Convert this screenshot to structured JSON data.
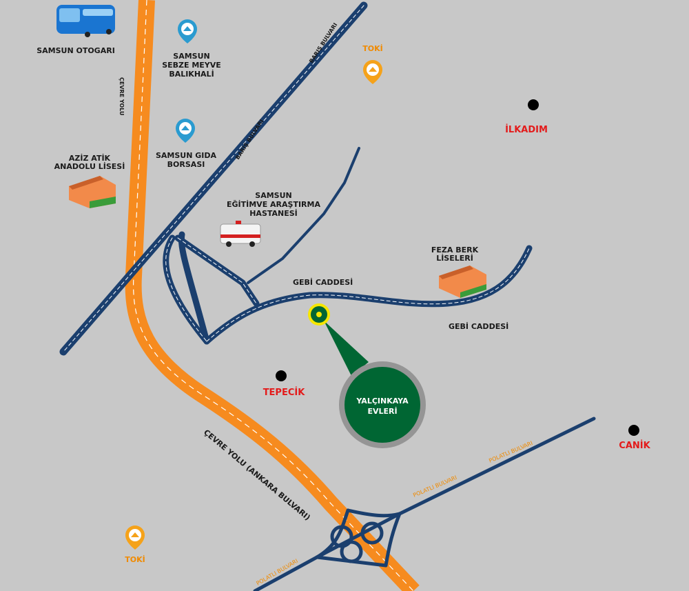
{
  "colors": {
    "background": "#c8c8c8",
    "highway": "#f68b1f",
    "boulevard": "#1b3f6e",
    "district": "#e31b1b",
    "project": "#006633",
    "toki": "#f08a00"
  },
  "places": {
    "otogar": "SAMSUN OTOGARI",
    "hal": [
      "SAMSUN",
      "SEBZE MEYVE",
      "BALIKHALİ"
    ],
    "borsa": [
      "SAMSUN GIDA",
      "BORSASI"
    ],
    "lise": [
      "AZİZ ATİK",
      "ANADOLU LİSESİ"
    ],
    "hastane": [
      "SAMSUN",
      "EĞİTİMVE ARAŞTIRMA",
      "HASTANESİ"
    ],
    "feza": [
      "FEZA BERK",
      "LİSELERİ"
    ],
    "toki_top": "TOKİ",
    "toki_bottom": "TOKİ"
  },
  "districts": {
    "ilkadim": "İLKADIM",
    "tepecik": "TEPECİK",
    "canik": "CANİK"
  },
  "roads": {
    "cevre_yolu": "ÇEVRE YOLU",
    "cevre_yolu_ankara": "ÇEVRE YOLU (ANKARA BULVARI)",
    "baris_1": "BARIŞ BULVARI",
    "baris_2": "BARIŞ BULVARI",
    "gebi_1": "GEBİ CADDESİ",
    "gebi_2": "GEBİ CADDESİ",
    "polatli_1": "POLATLI BULVARI",
    "polatli_2": "POLATLI BULVARI",
    "polatli_3": "POLATLI BULVARI"
  },
  "project": [
    "YALÇINKAYA",
    "EVLERİ"
  ]
}
